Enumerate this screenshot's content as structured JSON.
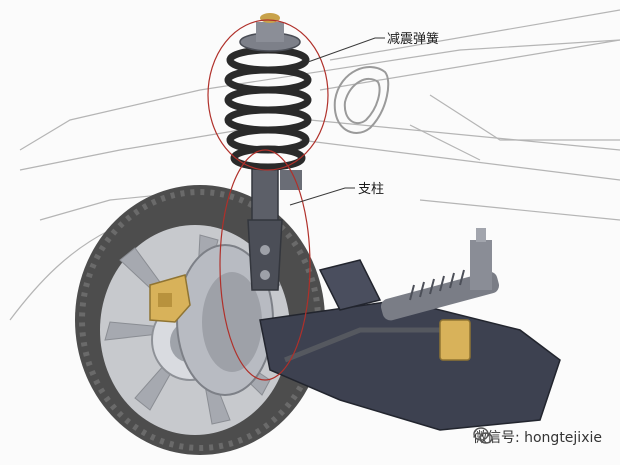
{
  "labels": {
    "spring": "减震弹簧",
    "strut": "支柱"
  },
  "watermark": {
    "icon": "wechat-icon",
    "text": "微信号: hongtejixie"
  },
  "colors": {
    "callout_line": "#b0302a",
    "outline": "#a7a7a7",
    "tire": "#4d4d4d",
    "rim": "#b9bcc2",
    "brake_caliper": "#d8b25a",
    "spring": "#2a2a2a"
  }
}
